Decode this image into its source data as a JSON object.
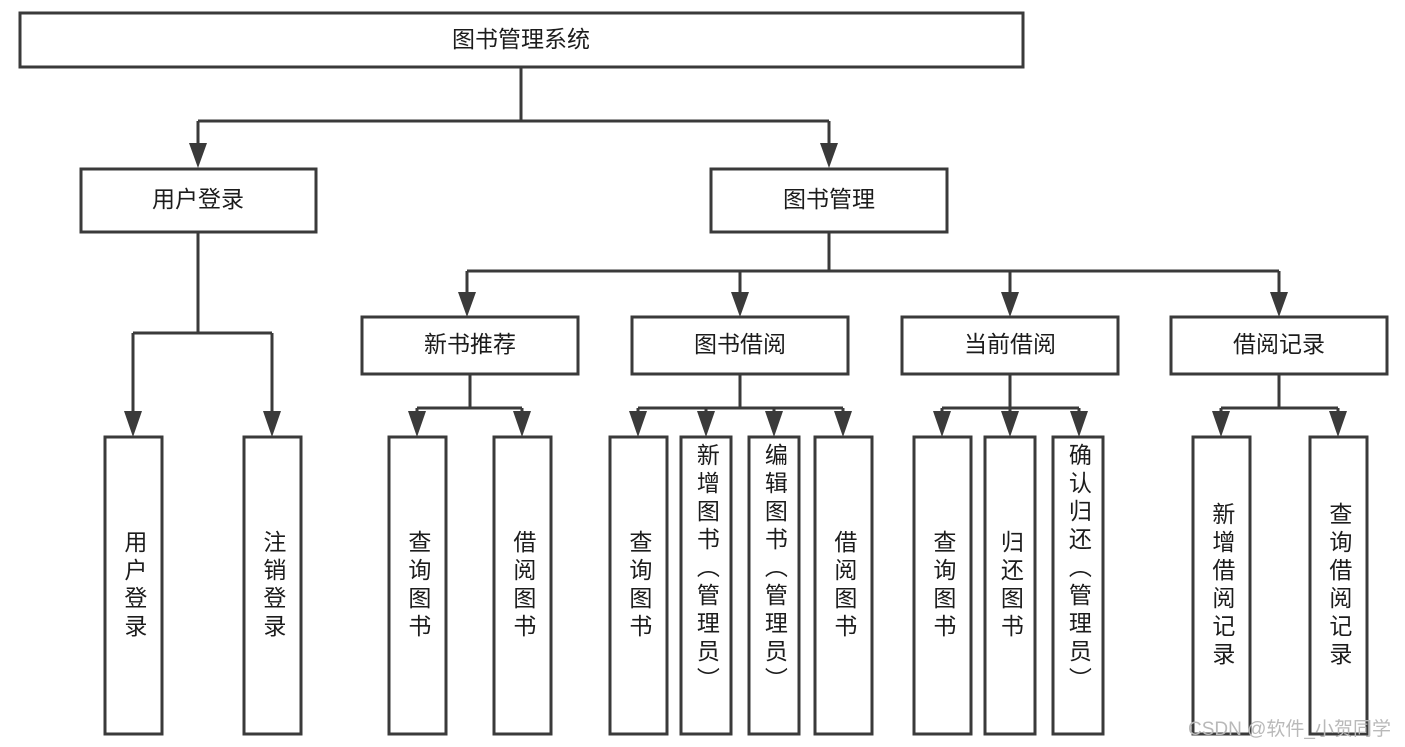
{
  "diagram": {
    "type": "tree",
    "title": "图书管理系统",
    "orientation": "top-down",
    "watermark": "CSDN @软件_小贺同学",
    "colors": {
      "stroke": "#3a3a3a",
      "box_fill": "#ffffff",
      "text": "#1c1c1c",
      "background": "#ffffff",
      "watermark": "#b9b9b9"
    },
    "levels": {
      "root": {
        "label": "图书管理系统"
      },
      "level2": [
        {
          "label": "用户登录"
        },
        {
          "label": "图书管理"
        }
      ],
      "level3": [
        {
          "label": "新书推荐"
        },
        {
          "label": "图书借阅"
        },
        {
          "label": "当前借阅"
        },
        {
          "label": "借阅记录"
        }
      ],
      "leaves": [
        {
          "label": "用户登录",
          "parent": "用户登录"
        },
        {
          "label": "注销登录",
          "parent": "用户登录"
        },
        {
          "label": "查询图书",
          "parent": "新书推荐"
        },
        {
          "label": "借阅图书",
          "parent": "新书推荐"
        },
        {
          "label": "查询图书",
          "parent": "图书借阅"
        },
        {
          "label": "新增图书（管理员）",
          "parent": "图书借阅"
        },
        {
          "label": "编辑图书（管理员）",
          "parent": "图书借阅"
        },
        {
          "label": "借阅图书",
          "parent": "图书借阅"
        },
        {
          "label": "查询图书",
          "parent": "当前借阅"
        },
        {
          "label": "归还图书",
          "parent": "当前借阅"
        },
        {
          "label": "确认归还（管理员）",
          "parent": "当前借阅"
        },
        {
          "label": "新增借阅记录",
          "parent": "借阅记录"
        },
        {
          "label": "查询借阅记录",
          "parent": "借阅记录"
        }
      ]
    }
  }
}
